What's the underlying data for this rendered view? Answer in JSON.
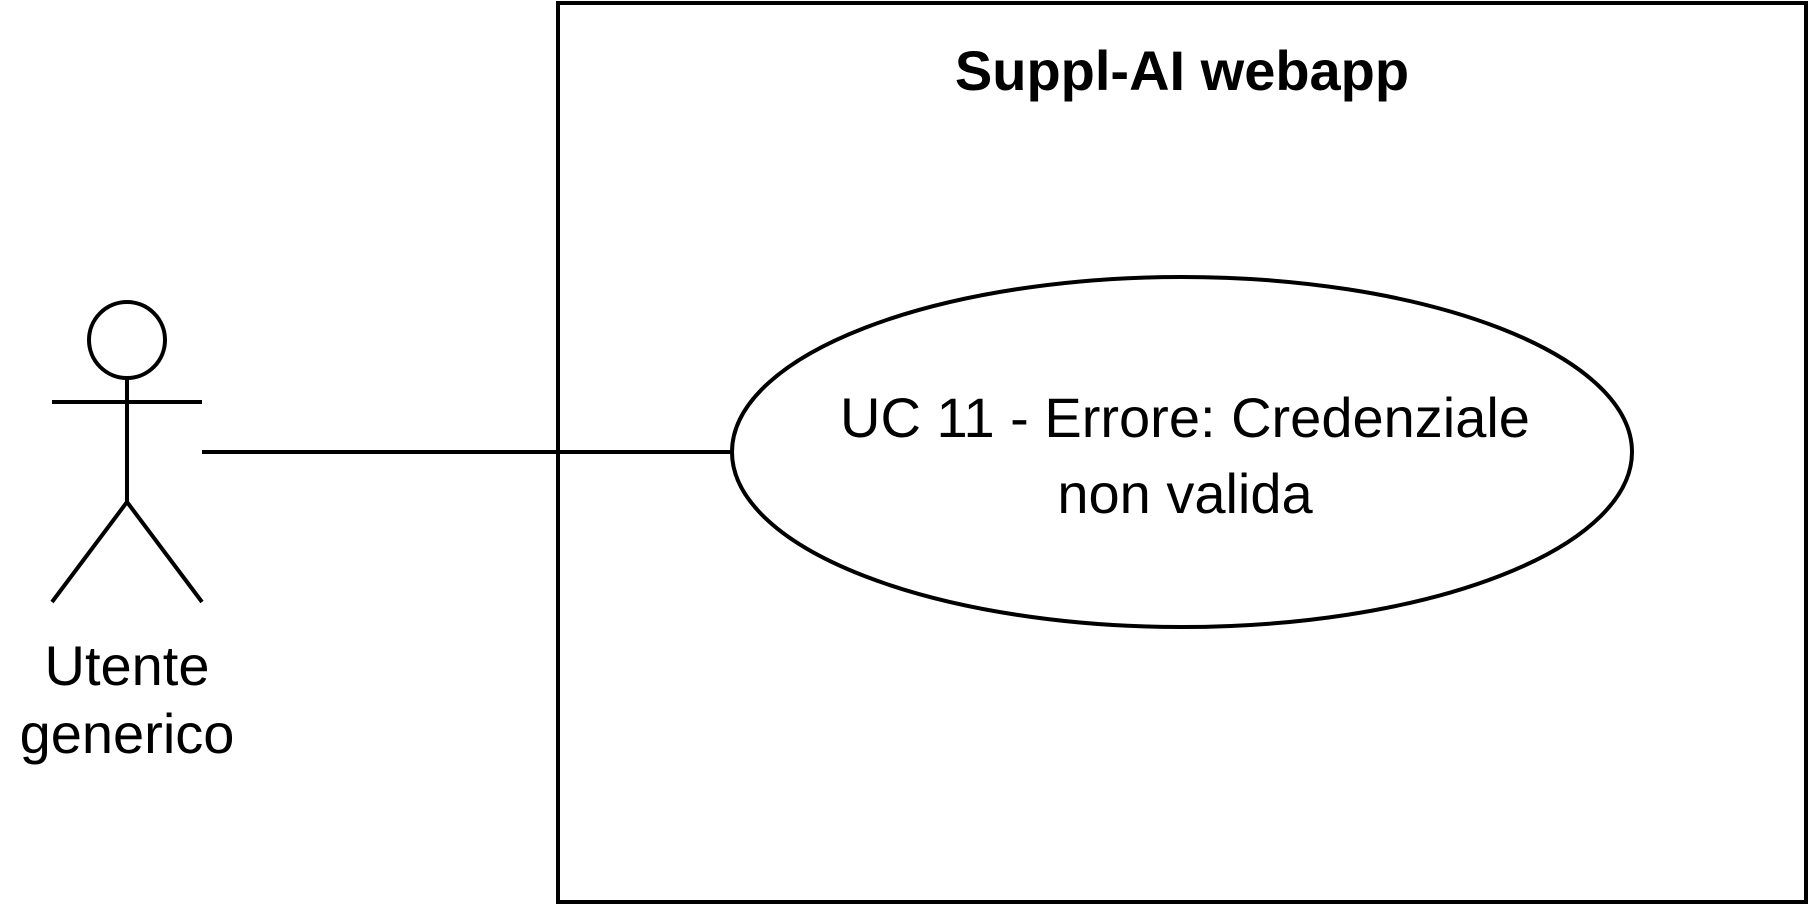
{
  "diagram": {
    "type": "uml-use-case",
    "system": {
      "title": "Suppl-AI webapp"
    },
    "actor": {
      "name_line1": "Utente",
      "name_line2": "generico"
    },
    "use_case": {
      "label_line1": "UC 11 - Errore: Credenziale",
      "label_line2": "non valida"
    },
    "associations": [
      {
        "from": "Utente generico",
        "to": "UC 11 - Errore: Credenziale non valida"
      }
    ],
    "colors": {
      "stroke": "#000000",
      "background": "#ffffff"
    }
  }
}
